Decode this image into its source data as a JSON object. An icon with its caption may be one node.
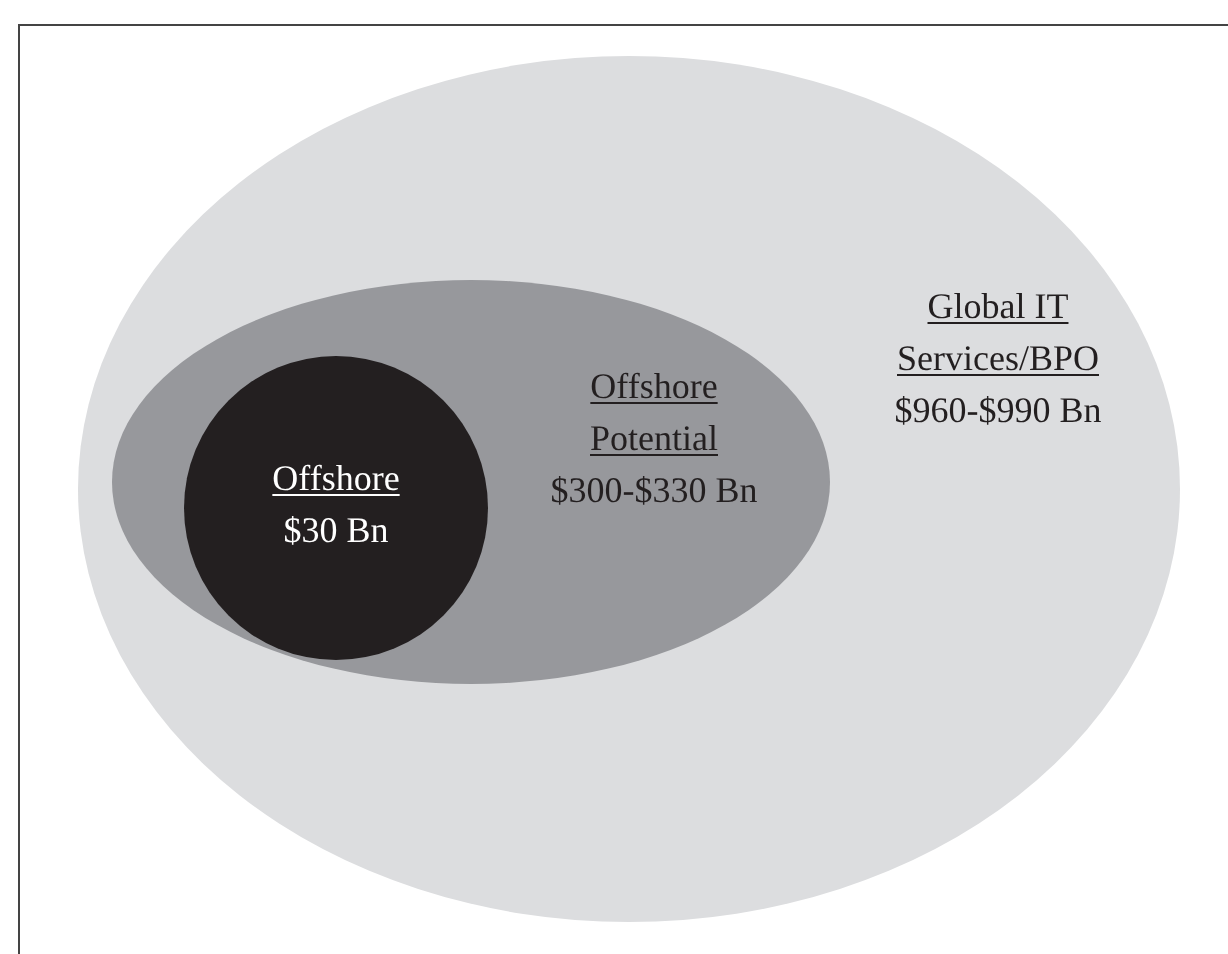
{
  "diagram": {
    "nodes": [
      {
        "text": [
          "Global IT Services/BPO",
          "$960-$990 Bn"
        ]
      },
      {
        "text": [
          "Offshore Potential",
          "$300-$330 Bn"
        ],
        "in": 0
      },
      {
        "text": [
          "Offshore",
          "$30 Bn"
        ],
        "in": 1
      }
    ]
  }
}
